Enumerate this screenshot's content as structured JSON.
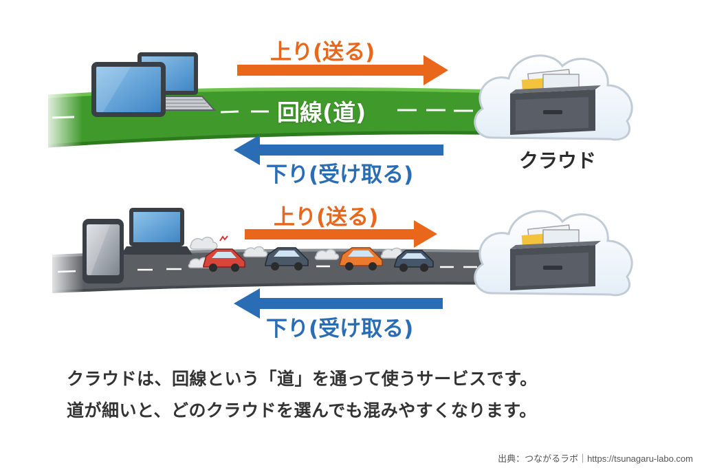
{
  "top": {
    "up_label": "上り(送る)",
    "road_label": "回線(道)",
    "down_label": "下り(受け取る)",
    "cloud_label": "クラウド"
  },
  "bottom": {
    "up_label": "上り(送る)",
    "down_label": "下り(受け取る)"
  },
  "caption": {
    "line1": "クラウドは、回線という「道」を通って使うサービスです。",
    "line2": "道が細いと、どのクラウドを選んでも混みやすくなります。"
  },
  "source": "出典：つながるラボ｜https://tsunagaru-labo.com",
  "colors": {
    "upload": "#e8671b",
    "download": "#2a6db5",
    "wide_road": "#3f9a2b",
    "narrow_road": "#5b5f64"
  },
  "icons": [
    "tablet-icon",
    "laptop-icon",
    "smartphone-icon",
    "cloud-icon",
    "file-drawer-icon",
    "car-icon",
    "exhaust-smoke-icon"
  ]
}
